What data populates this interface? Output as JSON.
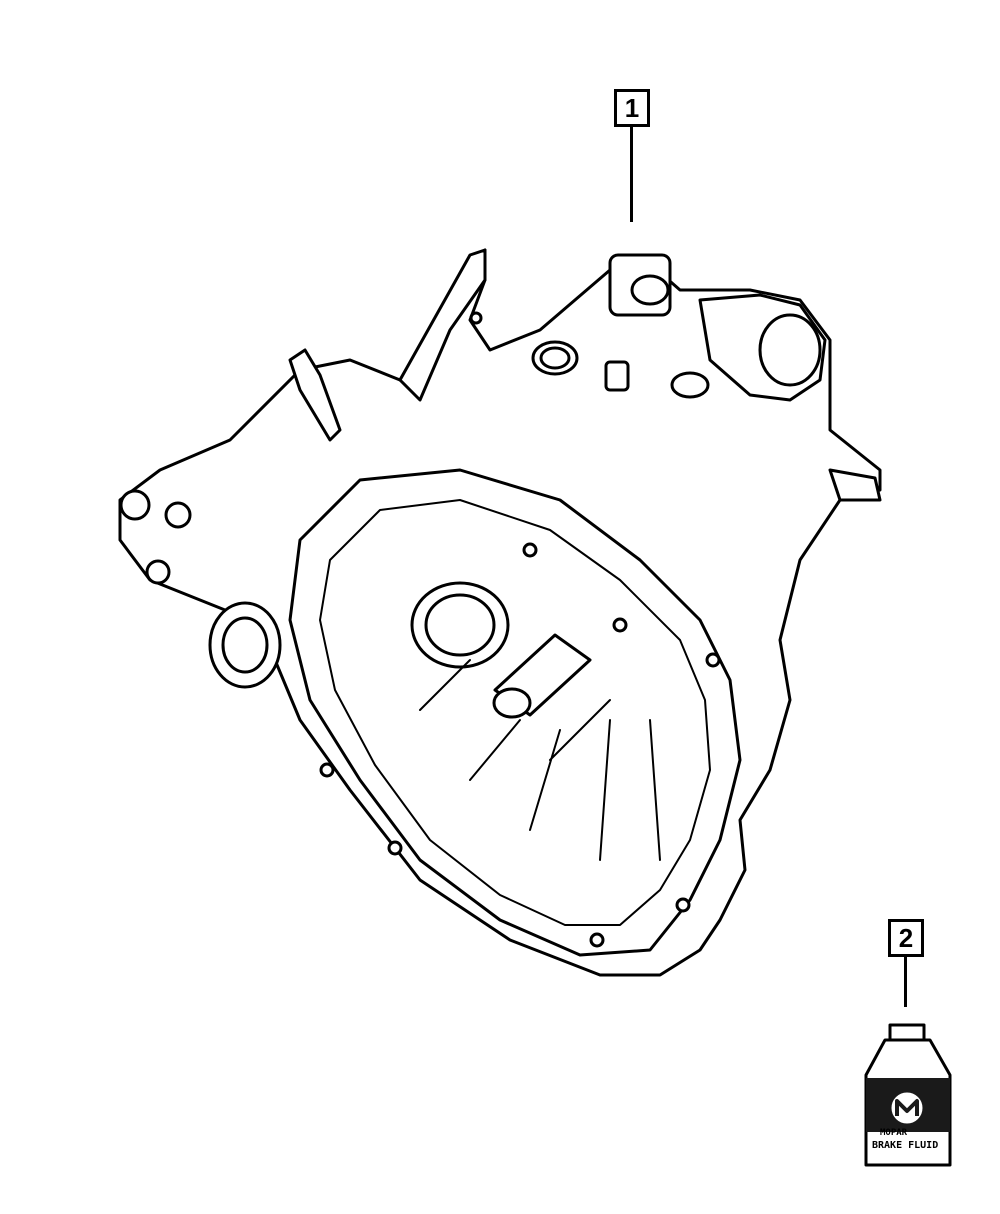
{
  "callouts": [
    {
      "label": "1",
      "part": "transmission"
    },
    {
      "label": "2",
      "part": "brake-fluid-bottle"
    }
  ],
  "bottle_label": {
    "brand": "MOPAR",
    "product": "BRAKE FLUID"
  },
  "colors": {
    "line": "#000000",
    "background": "#ffffff"
  }
}
